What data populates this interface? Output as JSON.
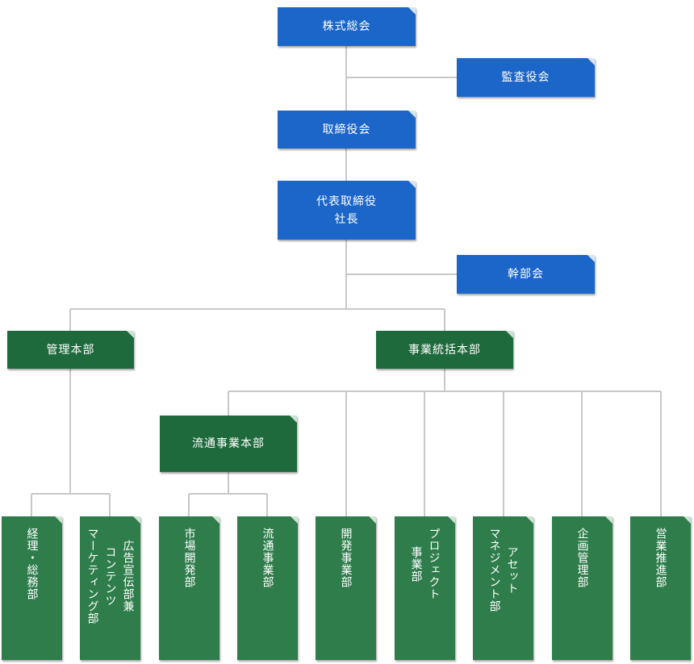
{
  "top": {
    "shareholders": "株式総会",
    "auditors": "監査役会",
    "board": "取締役会",
    "ceo_line1": "代表取締役",
    "ceo_line2": "社長",
    "executive_meeting": "幹部会"
  },
  "divisions": {
    "admin": "管理本部",
    "business": "事業統括本部",
    "distribution": "流通事業本部"
  },
  "departments": {
    "accounting": "経理・総務部",
    "ad_line1": "広告宣伝部兼",
    "ad_line2": "コンテンツ",
    "ad_line3": "マーケティング部",
    "market_dev": "市場開発部",
    "distribution_biz": "流通事業部",
    "dev_biz": "開発事業部",
    "project_line1": "プロジェクト",
    "project_line2": "事業部",
    "asset_line1": "アセット",
    "asset_line2": "マネジメント部",
    "planning": "企画管理部",
    "sales": "営業推進部"
  },
  "colors": {
    "blue": "#1c66c9",
    "dark_green": "#1e6a3c",
    "green": "#2e7d4b",
    "connector": "#c8c8c8"
  }
}
